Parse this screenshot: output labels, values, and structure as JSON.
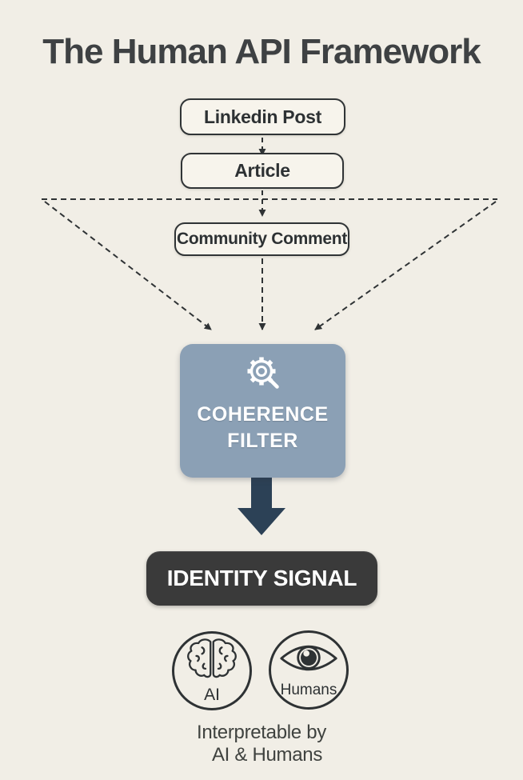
{
  "title": "The Human API Framework",
  "flow": {
    "nodes": [
      {
        "id": "linkedin-post",
        "label": "Linkedin Post"
      },
      {
        "id": "article",
        "label": "Article"
      },
      {
        "id": "community-comment",
        "label": "Community Comment"
      }
    ],
    "filter": {
      "line1": "COHERENCE",
      "line2": "FILTER",
      "icon": "gear-magnifier-icon"
    },
    "output": {
      "label": "IDENTITY SIGNAL"
    }
  },
  "audience": {
    "ai": {
      "label": "AI",
      "icon": "brain-icon"
    },
    "humans": {
      "label": "Humans",
      "icon": "eye-icon"
    },
    "caption": {
      "line1": "Interpretable by",
      "line2": "AI & Humans"
    }
  },
  "colors": {
    "background": "#f1eee6",
    "ink": "#2f3335",
    "node_fill": "#f7f4ec",
    "filter_fill": "#8ba0b5",
    "filter_text": "#ffffff",
    "big_arrow": "#2c4156",
    "output_fill": "#3a3a3a",
    "output_text": "#ffffff"
  }
}
